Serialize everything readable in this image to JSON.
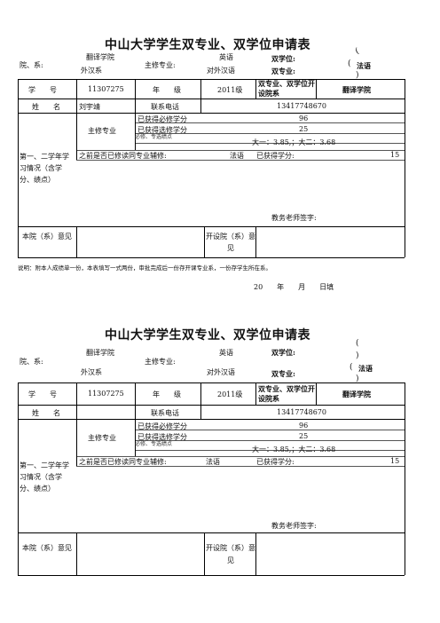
{
  "forms": [
    {
      "title": "中山大学学生双专业、双学位申请表",
      "header": {
        "school_label": "院、系:",
        "school_value_1": "翻译学院",
        "school_value_2": "外汉系",
        "major_label": "主修专业:",
        "major_value_1": "英语",
        "major_value_2": "对外汉语",
        "double_degree_label": "双学位:",
        "double_major_label": "双专业:",
        "paren_open": "(",
        "paren_close": ")",
        "french": "法语"
      },
      "row1": {
        "student_id_label": "学　　号",
        "student_id": "11307275",
        "grade_label": "年　　级",
        "grade": "2011级",
        "dept_label": "双专业、双学位开设院系",
        "dept_value": "翻译学院"
      },
      "row2": {
        "name_label": "姓　　名",
        "name": "刘宇靖",
        "phone_label": "联系电话",
        "phone": "13417748670"
      },
      "study": {
        "section_label": "第一、二学年学习情况（含学分、绩点）",
        "major_label": "主修专业",
        "required_label": "已获得必修学分",
        "required_value": "96",
        "elective_label": "已获得选修学分",
        "elective_value": "25",
        "gpa_label": "必修、专选绩点",
        "gpa_value": "大一：3.85,；大二：3.68",
        "prior_label": "之前是否已修读同专业辅修:",
        "prior_value": "法语",
        "credits_label": "已获得学分:",
        "credits_value": "15",
        "teacher_sign": "教务老师签字:"
      },
      "opinion": {
        "home_label": "本院（系）意见",
        "offer_label": "开设院（系）意见"
      },
      "note": "说明：附本人成绩单一份，本表填写一式两份，审批完成后一份存开课专业系，一份存学生所在系。",
      "date": "20　　年　　月　　日填"
    },
    {
      "title": "中山大学学生双专业、双学位申请表",
      "header": {
        "school_label": "院、系:",
        "school_value_1": "翻译学院",
        "school_value_2": "外汉系",
        "major_label": "主修专业:",
        "major_value_1": "英语",
        "major_value_2": "对外汉语",
        "double_degree_label": "双学位:",
        "double_major_label": "双专业:",
        "paren_open": "(",
        "paren_close": ")",
        "french": "法语"
      },
      "row1": {
        "student_id_label": "学　　号",
        "student_id": "11307275",
        "grade_label": "年　　级",
        "grade": "2011级",
        "dept_label": "双专业、双学位开设院系",
        "dept_value": "翻译学院"
      },
      "row2": {
        "name_label": "姓　　名",
        "phone_label": "联系电话",
        "phone": "13417748670"
      },
      "study": {
        "section_label": "第一、二学年学习情况（含学分、绩点）",
        "major_label": "主修专业",
        "required_label": "已获得必修学分",
        "required_value": "96",
        "elective_label": "已获得选修学分",
        "elective_value": "25",
        "gpa_label": "必修、专选绩点",
        "gpa_value": "大一：3.85,；大二：3.68",
        "prior_label": "之前是否已修读同专业辅修:",
        "prior_value": "法语",
        "credits_label": "已获得学分:",
        "credits_value": "15",
        "teacher_sign": "教务老师签字:"
      },
      "opinion": {
        "home_label": "本院（系）意见",
        "offer_label": "开设院（系）意见"
      }
    }
  ]
}
